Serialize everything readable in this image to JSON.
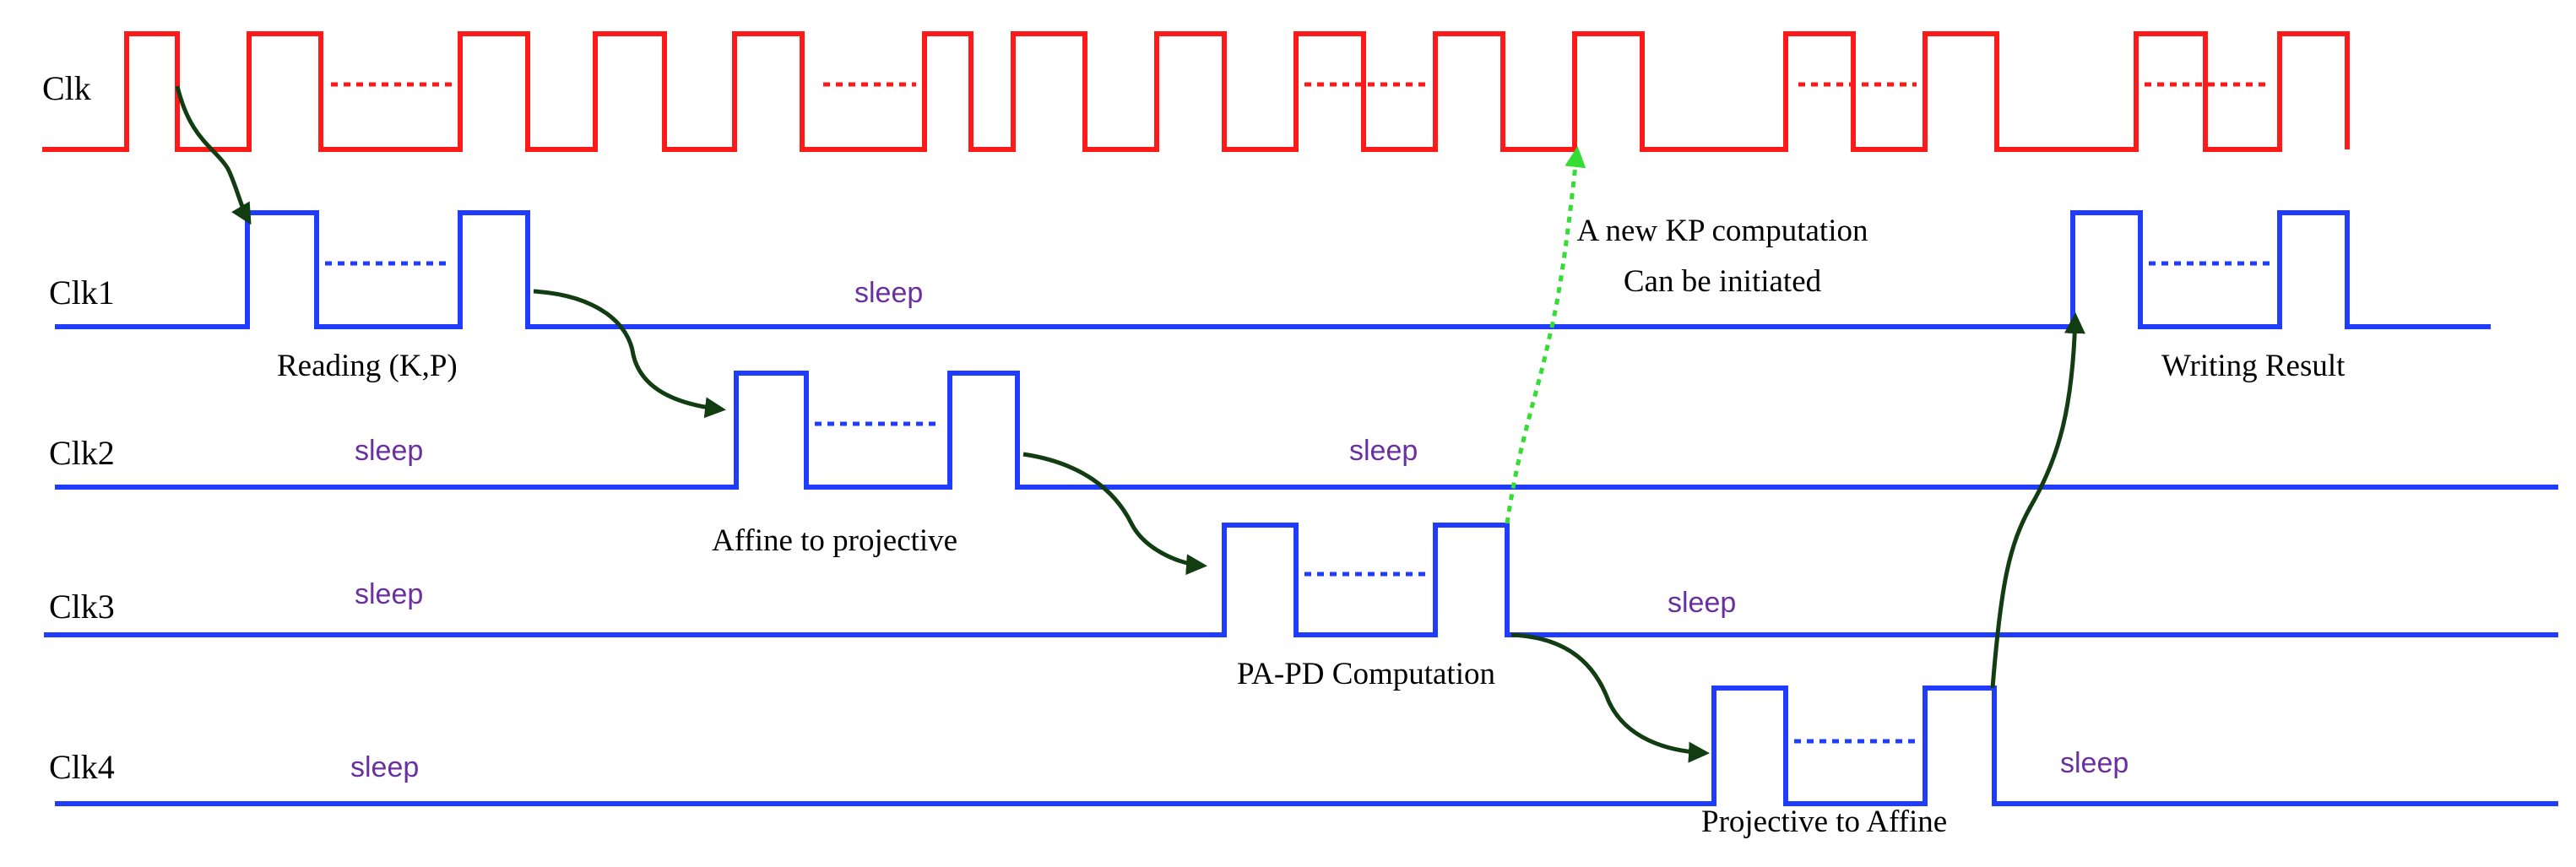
{
  "colors": {
    "main_clock": "#ff1a1a",
    "domain_clock": "#1f3cff",
    "sleep_text": "#6a2fa0",
    "flow_arrow": "#123d12",
    "restart_arrow": "#33dd33",
    "text": "#000000"
  },
  "signals": {
    "clk": "Clk",
    "clk1": "Clk1",
    "clk2": "Clk2",
    "clk3": "Clk3",
    "clk4": "Clk4"
  },
  "sleep_label": "sleep",
  "phases": {
    "reading": "Reading (K,P)",
    "affine_to_projective": "Affine to projective",
    "pa_pd": "PA-PD Computation",
    "projective_to_affine": "Projective to Affine",
    "writing": "Writing Result"
  },
  "restart_note": {
    "line1": "A new KP computation",
    "line2": "Can be initiated"
  }
}
